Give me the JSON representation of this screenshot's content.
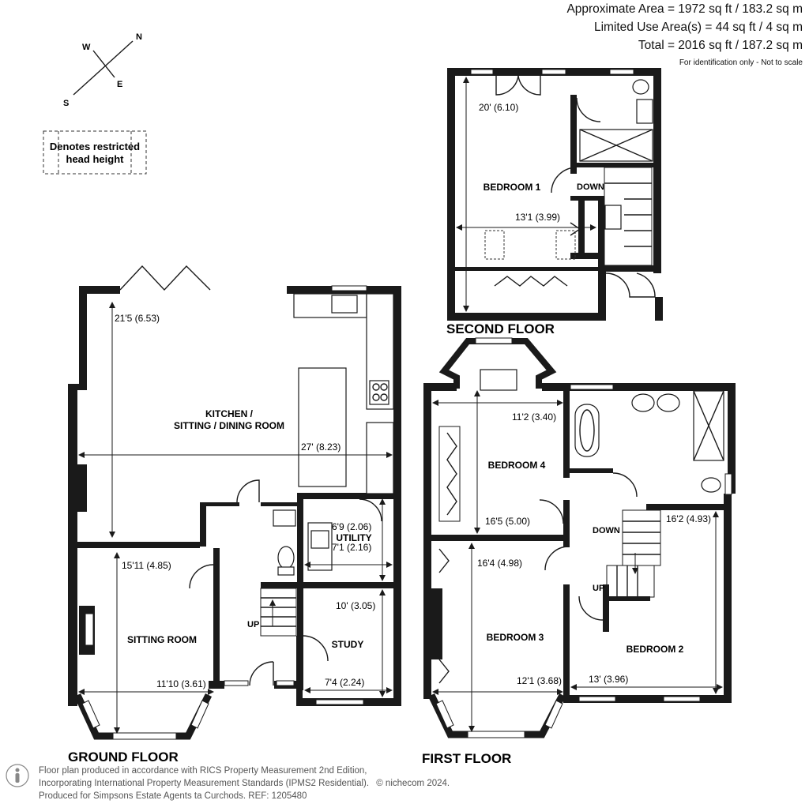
{
  "header": {
    "approx_area": "Approximate Area = 1972 sq ft / 183.2 sq m",
    "limited_use": "Limited Use Area(s) = 44 sq ft / 4 sq m",
    "total": "Total = 2016 sq ft / 187.2 sq m",
    "disclaimer": "For identification only - Not to scale"
  },
  "compass": {
    "n": "N",
    "s": "S",
    "e": "E",
    "w": "W"
  },
  "legend": {
    "line1": "Denotes restricted",
    "line2": "head height"
  },
  "floors": {
    "ground": "GROUND FLOOR",
    "first": "FIRST FLOOR",
    "second": "SECOND FLOOR"
  },
  "rooms": {
    "kitchen_l1": "KITCHEN /",
    "kitchen_l2": "SITTING / DINING ROOM",
    "sitting": "SITTING ROOM",
    "utility": "UTILITY",
    "study": "STUDY",
    "bedroom1": "BEDROOM 1",
    "bedroom2": "BEDROOM 2",
    "bedroom3": "BEDROOM 3",
    "bedroom4": "BEDROOM 4"
  },
  "stairs": {
    "up_ground": "UP",
    "down_first": "DOWN",
    "up_first": "UP",
    "down_second": "DOWN"
  },
  "dimensions": {
    "kitchen_h": "21'5 (6.53)",
    "kitchen_w": "27' (8.23)",
    "sitting_h": "15'11 (4.85)",
    "sitting_w": "11'10 (3.61)",
    "utility_w1": "6'9 (2.06)",
    "utility_w2": "7'1 (2.16)",
    "study_h": "10' (3.05)",
    "study_w": "7'4 (2.24)",
    "bed4_w": "11'2 (3.40)",
    "bed4_h": "16'5 (5.00)",
    "bed3_h": "16'4 (4.98)",
    "bed3_w": "12'1 (3.68)",
    "bed2_h": "16'2 (4.93)",
    "bed2_w": "13' (3.96)",
    "bed1_h": "20' (6.10)",
    "bed1_w": "13'1 (3.99)"
  },
  "footer": {
    "line1": "Floor plan produced in accordance with RICS Property Measurement 2nd Edition,",
    "line2": "Incorporating International Property Measurement Standards (IPMS2 Residential).",
    "copyright": "© nichecom 2024.",
    "line3": "Produced for Simpsons Estate Agents ta Curchods.   REF:  1205480"
  }
}
